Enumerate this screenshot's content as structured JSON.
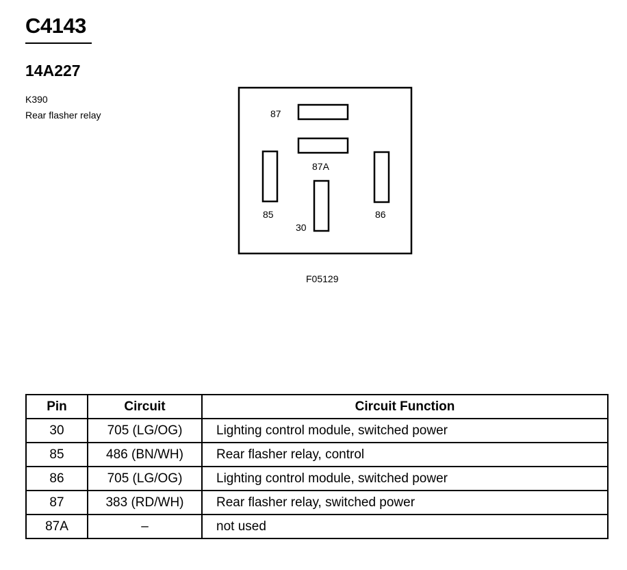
{
  "connector": {
    "id": "C4143",
    "part_number": "14A227",
    "component_id": "K390",
    "component_name": "Rear flasher relay"
  },
  "diagram": {
    "pins": {
      "p87": "87",
      "p87a": "87A",
      "p85": "85",
      "p30": "30",
      "p86": "86"
    },
    "figure_code": "F05129"
  },
  "table": {
    "headers": {
      "pin": "Pin",
      "circuit": "Circuit",
      "function": "Circuit Function"
    },
    "rows": [
      {
        "pin": "30",
        "circuit": "705 (LG/OG)",
        "function": "Lighting control module, switched power"
      },
      {
        "pin": "85",
        "circuit": "486 (BN/WH)",
        "function": "Rear flasher relay, control"
      },
      {
        "pin": "86",
        "circuit": "705 (LG/OG)",
        "function": "Lighting control module, switched power"
      },
      {
        "pin": "87",
        "circuit": "383 (RD/WH)",
        "function": "Rear flasher relay, switched power"
      },
      {
        "pin": "87A",
        "circuit": "–",
        "function": "not used"
      }
    ]
  }
}
